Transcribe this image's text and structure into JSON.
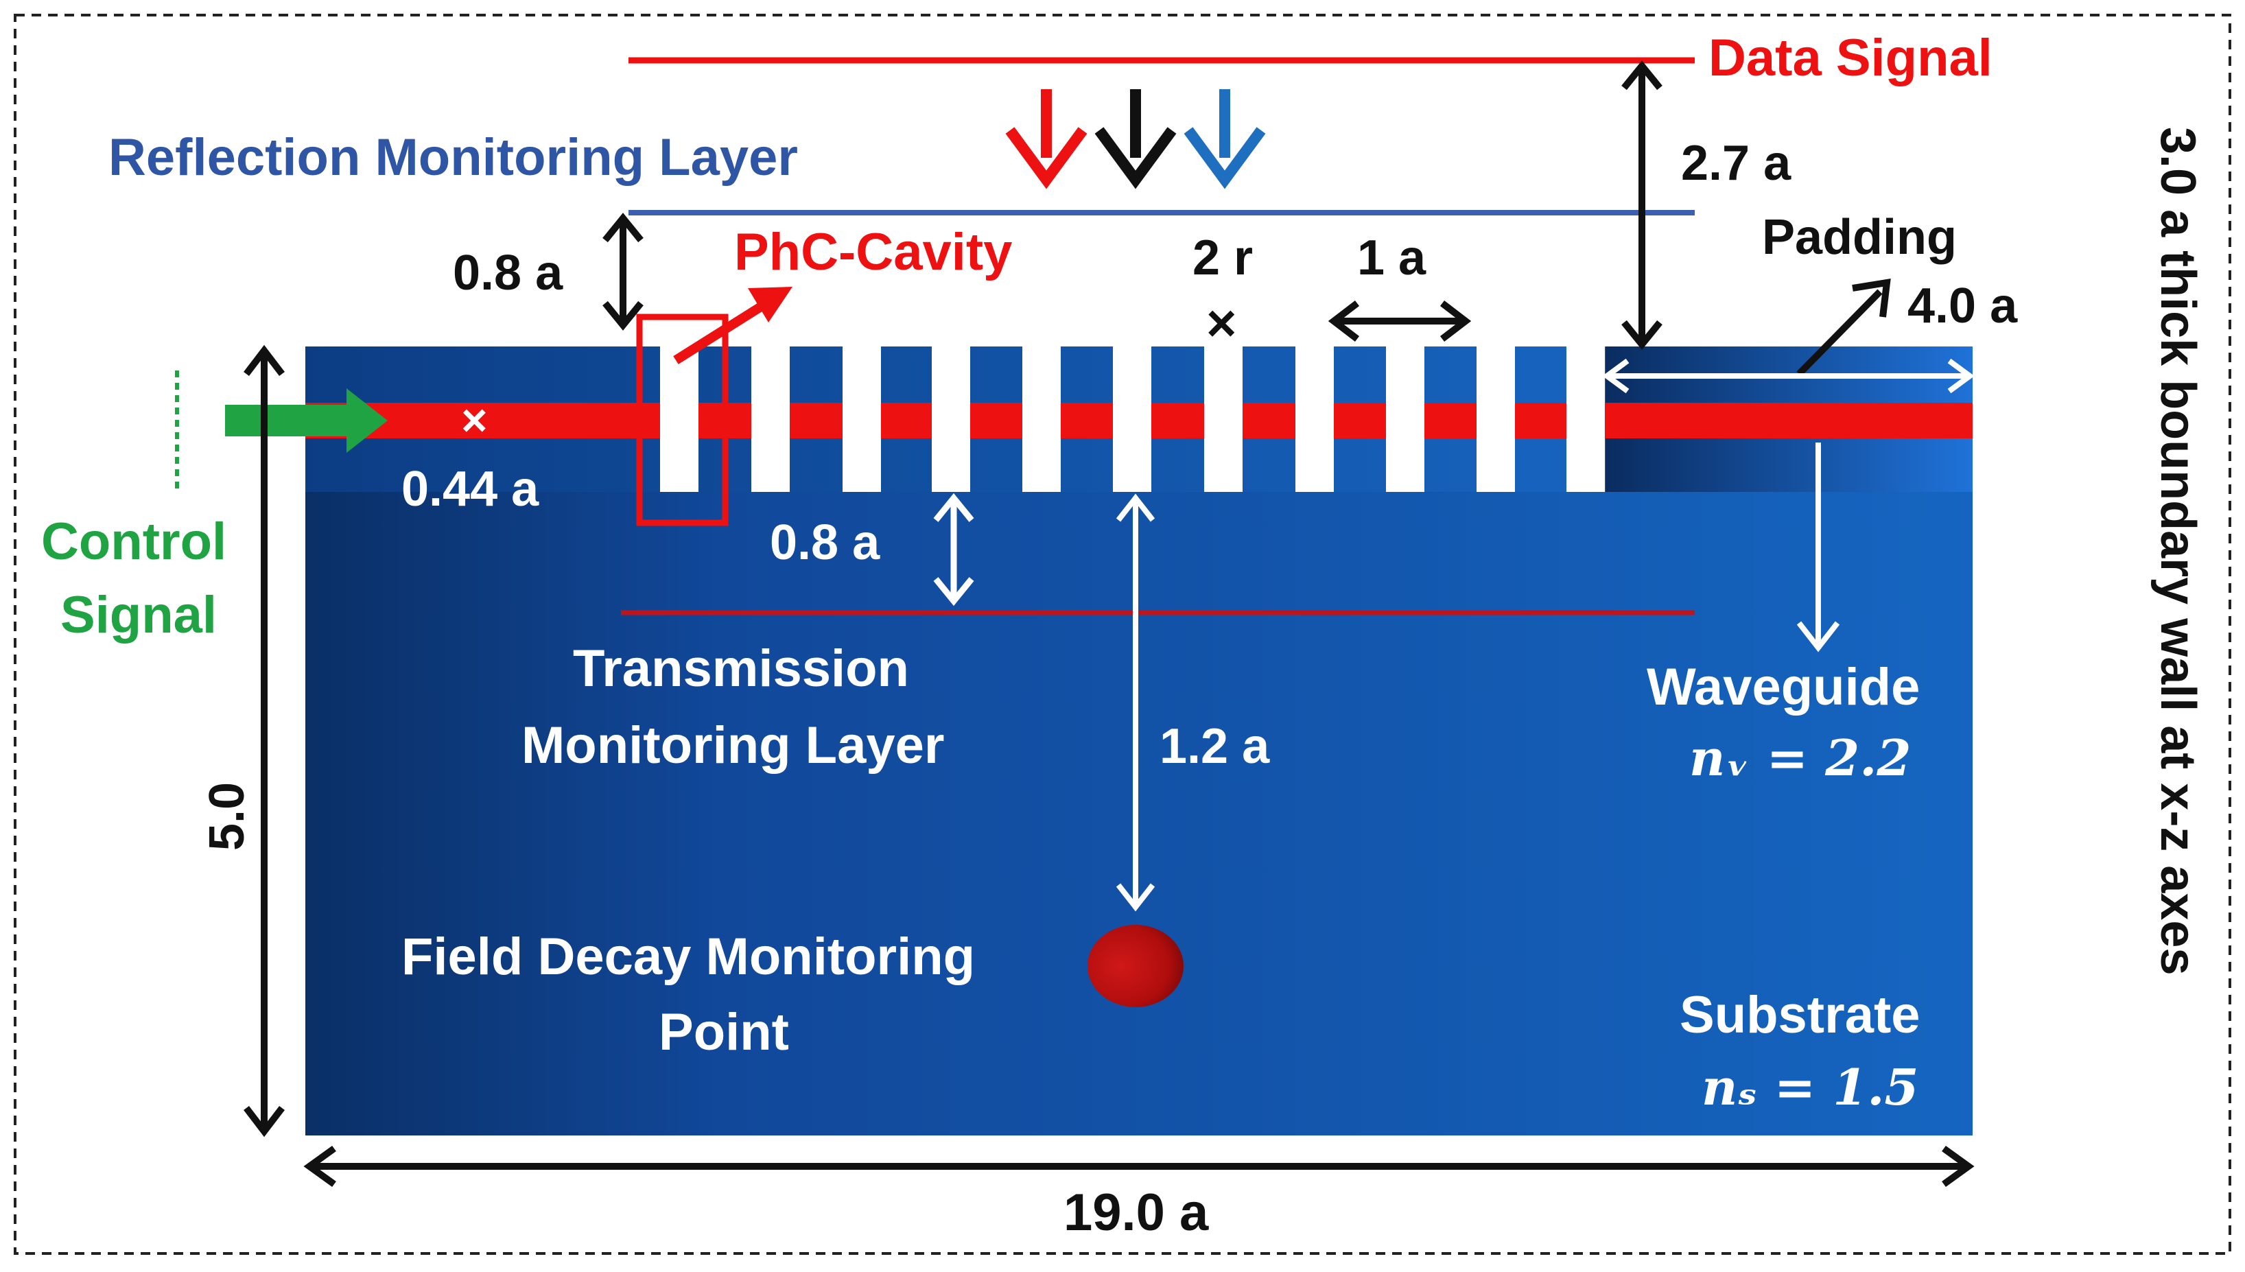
{
  "labels": {
    "data_signal": "Data Signal",
    "reflection_layer": "Reflection Monitoring Layer",
    "phc_cavity": "PhC-Cavity",
    "dim_0_8a_top": "0.8 a",
    "dim_2r": "2 r",
    "dim_1a": "1 a",
    "dim_2_7a": "2.7 a",
    "padding": "Padding",
    "dim_4_0a": "4.0 a",
    "boundary": "3.0 a thick boundary wall at x-z axes",
    "control_line1": "Control",
    "control_line2": "Signal",
    "dim_0_44a": "0.44 a",
    "dim_0_8a_bottom": "0.8 a",
    "transmission_line1": "Transmission",
    "transmission_line2": "Monitoring Layer",
    "dim_1_2a": "1.2 a",
    "waveguide": "Waveguide",
    "waveguide_index": "nᵥ = 2.2",
    "field_decay_line1": "Field Decay Monitoring",
    "field_decay_line2": "Point",
    "substrate": "Substrate",
    "substrate_index": "nₛ = 1.5",
    "dim_5_0": "5.0",
    "dim_19_0a": "19.0 a"
  },
  "colors": {
    "red": "#ee1111",
    "blue_label": "#2f55a5",
    "green": "#1fa343",
    "substrate_dark": "#0a2f66",
    "substrate_light": "#1565c0",
    "monitor_line": "#c0141c",
    "reflection_line": "#3d5fb0"
  }
}
